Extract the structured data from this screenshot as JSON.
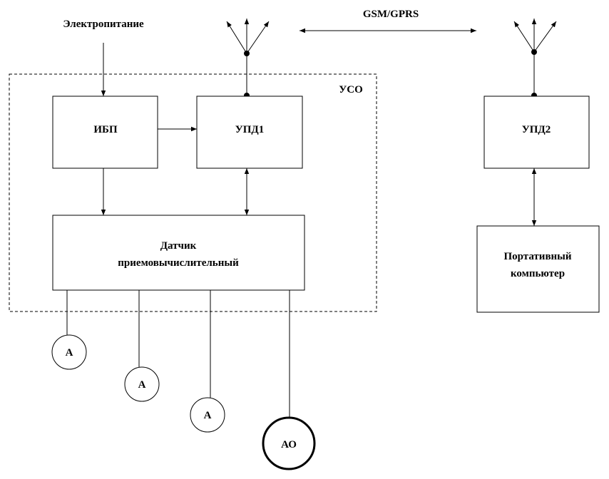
{
  "labels": {
    "power_in": "Электропитание",
    "gsm": "GSM/GPRS",
    "uso": "УСО",
    "ibp": "ИБП",
    "upd1": "УПД1",
    "upd2": "УПД2",
    "sensor_line1": "Датчик",
    "sensor_line2": "приемовычислительный",
    "laptop_line1": "Портативный",
    "laptop_line2": "компьютер",
    "sensor_a": "А",
    "sensor_ao": "АО"
  }
}
